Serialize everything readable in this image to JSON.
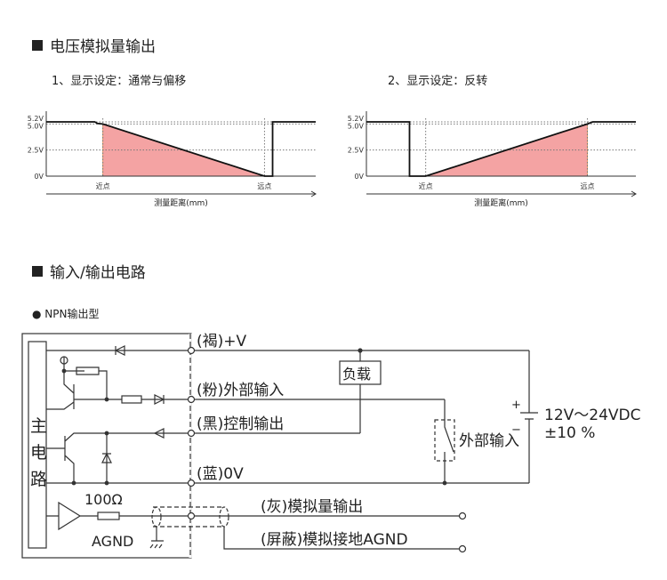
{
  "section1": {
    "title": "电压模拟量输出"
  },
  "section2": {
    "title": "输入/输出电路"
  },
  "npn_label": "NPN输出型",
  "chart_data": [
    {
      "type": "line",
      "title": "1、显示设定：通常与偏移",
      "xlabel": "测量距离(mm)",
      "ylabel": "",
      "yticks": [
        "5.2V",
        "5.0V",
        "2.5V",
        "0V"
      ],
      "ytick_values": [
        5.2,
        5.0,
        2.5,
        0
      ],
      "xticks": [
        "近点",
        "远点"
      ],
      "xtick_values": [
        21,
        81
      ],
      "ylim": [
        0,
        5.2
      ],
      "xlim": [
        0,
        100
      ],
      "points": [
        [
          0,
          5.2
        ],
        [
          18,
          5.2
        ],
        [
          19,
          5.05
        ],
        [
          21,
          5.0
        ],
        [
          81,
          0
        ],
        [
          84,
          0
        ],
        [
          84,
          5.2
        ],
        [
          100,
          5.2
        ]
      ],
      "fill_range": [
        21,
        81
      ],
      "fill_color": "#f4a3a3",
      "line_color": "#111111"
    },
    {
      "type": "line",
      "title": "2、显示设定：反转",
      "xlabel": "测量距离(mm)",
      "ylabel": "",
      "yticks": [
        "5.2V",
        "5.0V",
        "2.5V",
        "0V"
      ],
      "ytick_values": [
        5.2,
        5.0,
        2.5,
        0
      ],
      "xticks": [
        "近点",
        "远点"
      ],
      "xtick_values": [
        22,
        82
      ],
      "ylim": [
        0,
        5.2
      ],
      "xlim": [
        0,
        100
      ],
      "points": [
        [
          0,
          5.2
        ],
        [
          16,
          5.2
        ],
        [
          16,
          0
        ],
        [
          22,
          0
        ],
        [
          82,
          5.0
        ],
        [
          84,
          5.2
        ],
        [
          100,
          5.2
        ]
      ],
      "fill_range": [
        22,
        82
      ],
      "fill_color": "#f4a3a3",
      "line_color": "#111111"
    }
  ],
  "circuit": {
    "main_circuit": [
      "主",
      "电",
      "路"
    ],
    "wires": [
      "(褐)+V",
      "(粉)外部输入",
      "(黑)控制输出",
      "(蓝)0V",
      "(灰)模拟量输出",
      "(屏蔽)模拟接地AGND"
    ],
    "load": "负载",
    "external_input": "外部输入",
    "supply": "12V〜24VDC",
    "tolerance": "±10 %",
    "plus": "+",
    "minus": "−",
    "resistor": "100Ω",
    "agnd": "AGND"
  }
}
